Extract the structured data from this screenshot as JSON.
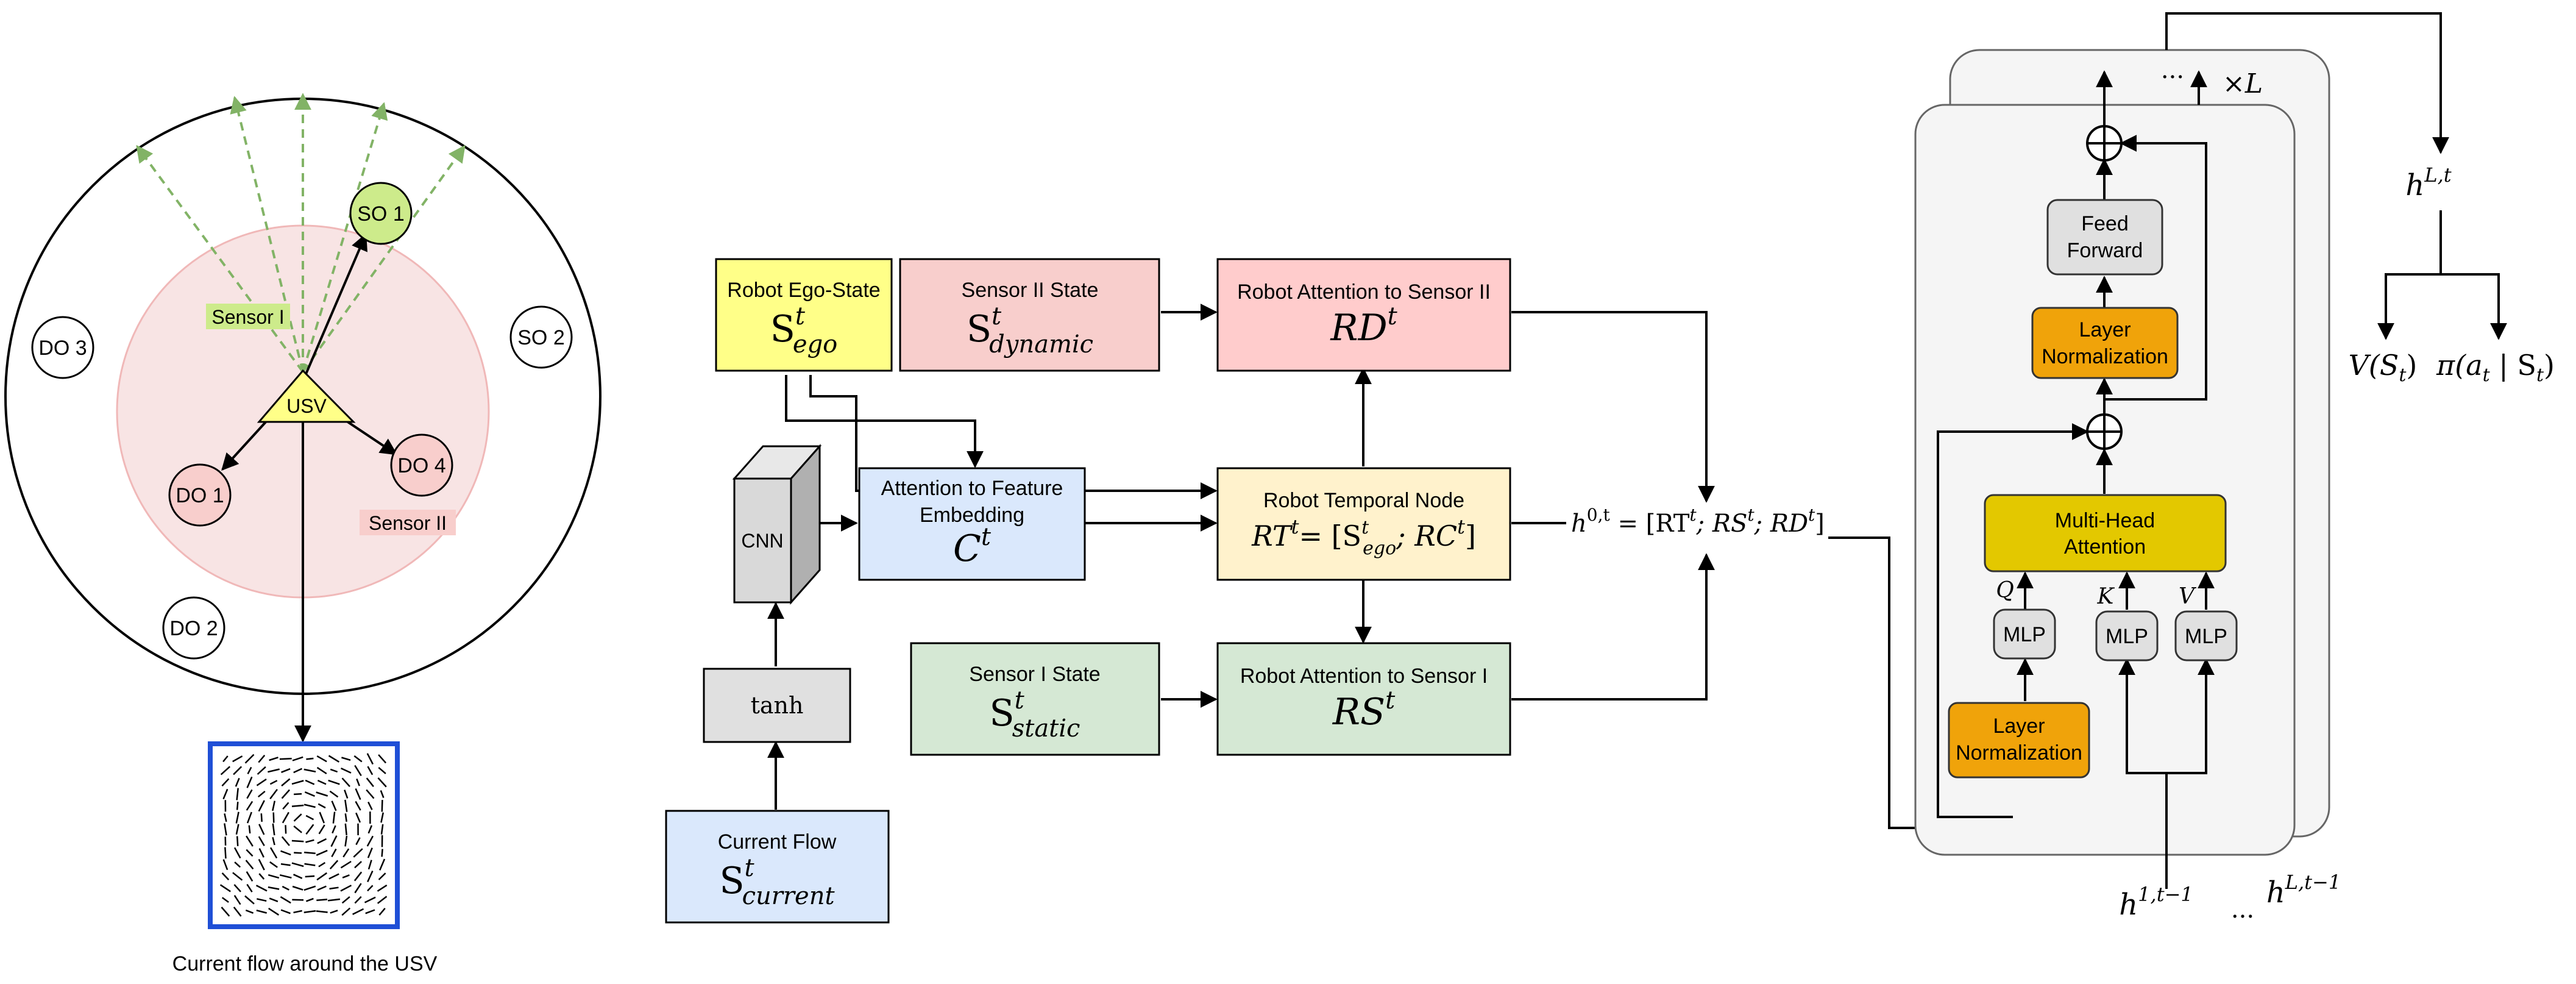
{
  "colors": {
    "ego": "#ffff88",
    "sensor2": "#f8cecc",
    "sensor1": "#d5e8d4",
    "temporal": "#fff2cc",
    "embedding": "#dae8fc",
    "cnn": "#d9d9d9",
    "tanh": "#e0e0e0",
    "orange": "#f0a30a",
    "gold": "#e3c800",
    "mlp": "#e0e0e0",
    "panel": "#f5f5f5",
    "so": "#cdeb8b",
    "do_fill": "#f8cecc",
    "usv": "#ffff88",
    "zone": "#f8e4e4",
    "zone_edge": "#f0b8b8",
    "beam": "#82b366",
    "flow_border": "#1f4fd6"
  },
  "left_panel": {
    "objects": {
      "so1": "SO 1",
      "so2": "SO 2",
      "do1": "DO 1",
      "do2": "DO 2",
      "do3": "DO 3",
      "do4": "DO 4",
      "usv": "USV"
    },
    "sensor1_label": "Sensor I",
    "sensor2_label": "Sensor II",
    "caption": "Current flow around the USV"
  },
  "middle_panel": {
    "ego": {
      "title": "Robot Ego-State",
      "sym": "S",
      "sup": "t",
      "sub": "ego"
    },
    "sensor2_state": {
      "title": "Sensor II State",
      "sym": "S",
      "sup": "t",
      "sub": "dynamic"
    },
    "attn_s2": {
      "title": "Robot Attention to Sensor II",
      "sym": "RD",
      "sup": "t"
    },
    "embedding": {
      "line1": "Attention to Feature",
      "line2": "Embedding",
      "sym": "C",
      "sup": "t"
    },
    "cnn": "CNN",
    "tanh": "tanh",
    "temporal": {
      "title": "Robot Temporal Node",
      "lhs": "RT",
      "sup": "t",
      "rhs_a": "= [S",
      "rhs_sup": "t",
      "rhs_sub": "ego",
      "rhs_b": "; RC",
      "rhs_sup2": "t",
      "rhs_c": "]"
    },
    "sensor1_state": {
      "title": "Sensor I State",
      "sym": "S",
      "sup": "t",
      "sub": "static"
    },
    "attn_s1": {
      "title": "Robot Attention to Sensor I",
      "sym": "RS",
      "sup": "t"
    },
    "current_flow": {
      "title": "Current Flow",
      "sym": "S",
      "sup": "t",
      "sub": "current"
    },
    "h0": {
      "h": "h",
      "sup": "0,t",
      "eq": " = [RT",
      "s1": "t",
      "m1": "; RS",
      "s2": "t",
      "m2": "; RD",
      "s3": "t",
      "end": "]"
    }
  },
  "right_panel": {
    "feed_forward": {
      "line1": "Feed",
      "line2": "Forward"
    },
    "layer_norm_top": {
      "line1": "Layer",
      "line2": "Normalization"
    },
    "layer_norm_bottom": {
      "line1": "Layer",
      "line2": "Normalization"
    },
    "mha": {
      "line1": "Multi-Head",
      "line2": "Attention"
    },
    "mlp": "MLP",
    "q": "Q",
    "k": "K",
    "v": "V",
    "dots": "···",
    "times_l": "×L",
    "h_out": {
      "h": "h",
      "sup": "L,t"
    },
    "value": "V(S",
    "value_sub": "t",
    "value_end": ")",
    "policy": "π(a",
    "policy_sub": "t",
    "policy_mid": " | S",
    "policy_sub2": "t",
    "policy_end": ")",
    "h_in1": {
      "h": "h",
      "sup": "1,t−1"
    },
    "h_in_dots": "...",
    "h_inL": {
      "h": "h",
      "sup": "L,t−1"
    }
  }
}
